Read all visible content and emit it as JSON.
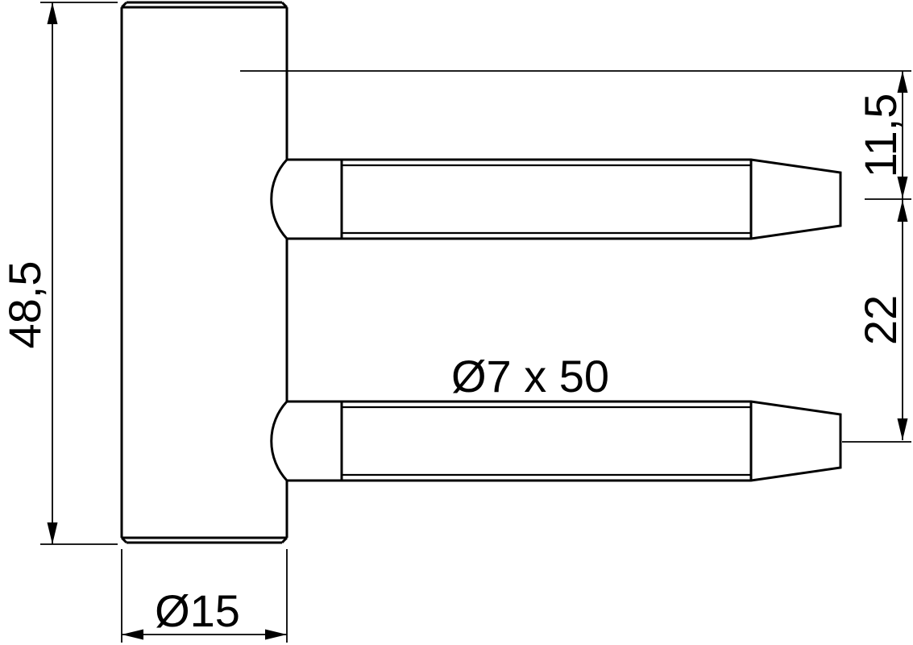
{
  "drawing": {
    "background_color": "#ffffff",
    "line_color": "#000000",
    "labels": {
      "body_height": "48,5",
      "pin_offset_from_top": "11,5",
      "pin_center_spacing": "22",
      "pin_size": "Ø7 x 50",
      "body_diameter": "Ø15"
    }
  }
}
